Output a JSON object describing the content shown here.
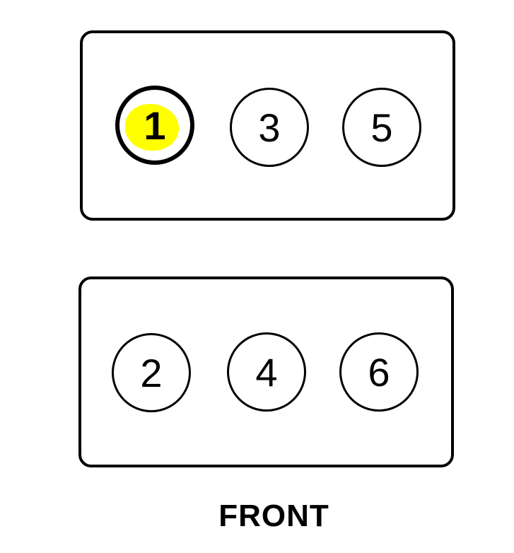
{
  "diagram": {
    "highlight_color": "#ffff00",
    "outline_color": "#000000",
    "banks": [
      {
        "cylinders": [
          {
            "label": "1",
            "highlighted": true
          },
          {
            "label": "3",
            "highlighted": false
          },
          {
            "label": "5",
            "highlighted": false
          }
        ]
      },
      {
        "cylinders": [
          {
            "label": "2",
            "highlighted": false
          },
          {
            "label": "4",
            "highlighted": false
          },
          {
            "label": "6",
            "highlighted": false
          }
        ]
      }
    ],
    "front_label": "FRONT"
  }
}
